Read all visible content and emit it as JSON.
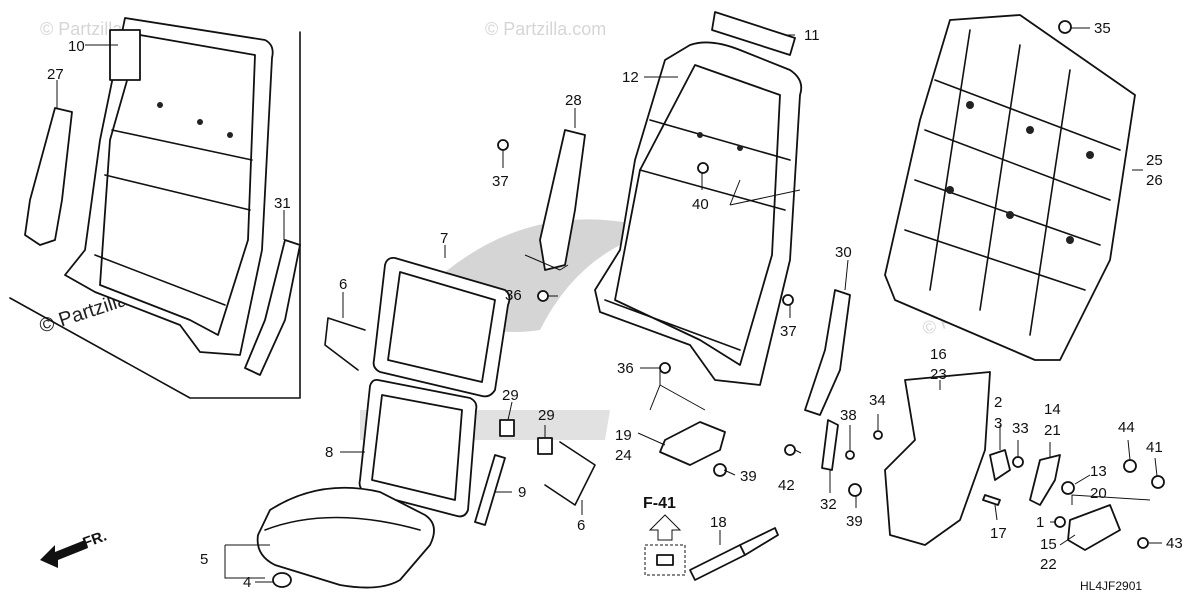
{
  "watermarks": {
    "small": "© Partzilla.com",
    "main": "© Partzilla.com"
  },
  "diagram_code": "HL4JF2901",
  "front_label": "FR.",
  "reference_label": "F-41",
  "callouts": {
    "c1": "1",
    "c2": "2",
    "c3": "3",
    "c4": "4",
    "c5": "5",
    "c6a": "6",
    "c6b": "6",
    "c7": "7",
    "c8": "8",
    "c9": "9",
    "c10": "10",
    "c11": "11",
    "c12": "12",
    "c13": "13",
    "c14": "14",
    "c15": "15",
    "c16": "16",
    "c17": "17",
    "c18": "18",
    "c19": "19",
    "c20": "20",
    "c21": "21",
    "c22": "22",
    "c23": "23",
    "c24": "24",
    "c25": "25",
    "c26": "26",
    "c27": "27",
    "c28": "28",
    "c29a": "29",
    "c29b": "29",
    "c30": "30",
    "c31": "31",
    "c32": "32",
    "c33": "33",
    "c34": "34",
    "c35": "35",
    "c36a": "36",
    "c36b": "36",
    "c37a": "37",
    "c37b": "37",
    "c38": "38",
    "c39a": "39",
    "c39b": "39",
    "c40": "40",
    "c41": "41",
    "c42": "42",
    "c43": "43",
    "c44": "44"
  }
}
